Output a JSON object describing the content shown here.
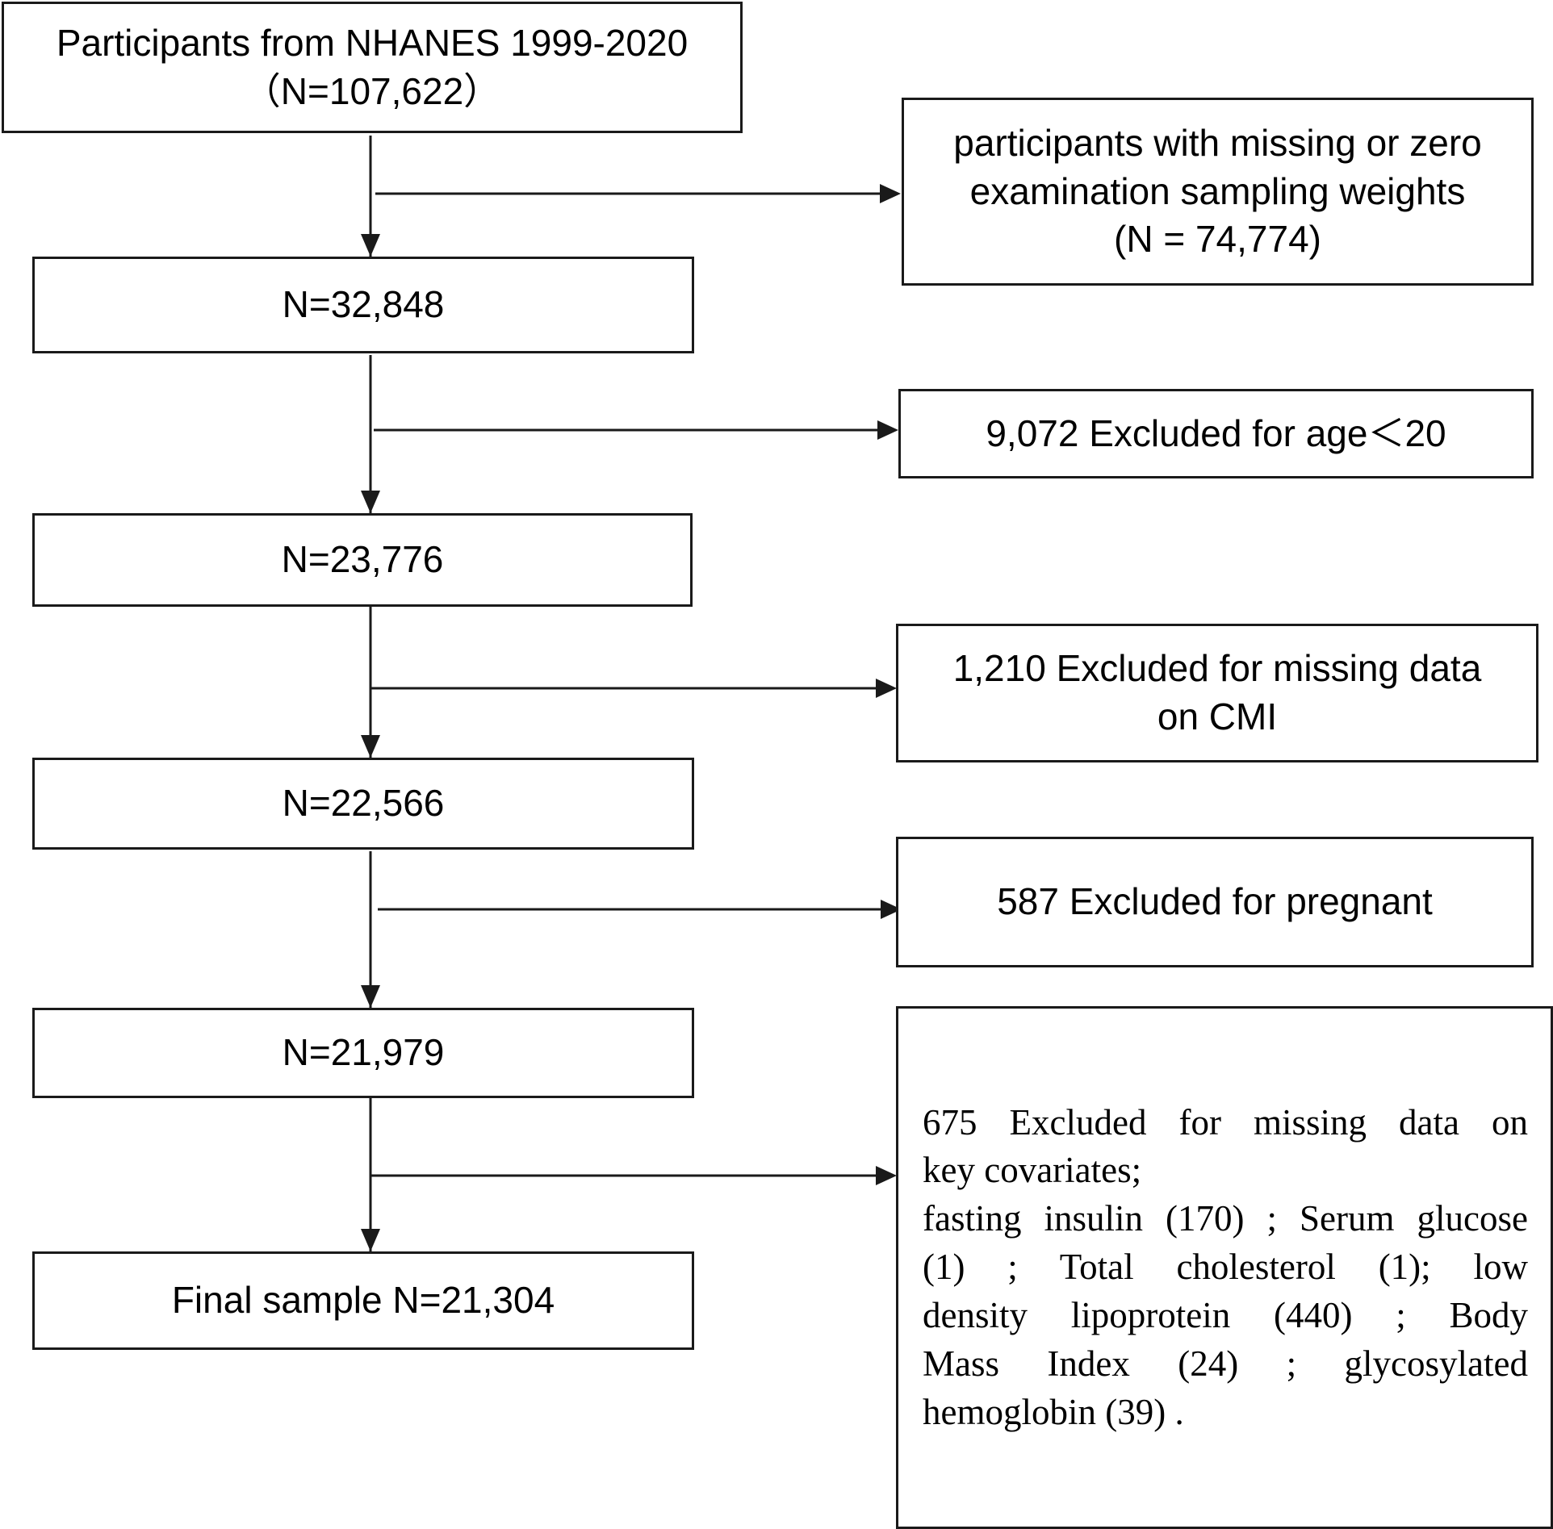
{
  "main_steps": [
    {
      "lines": [
        "Participants from NHANES 1999-2020",
        "（N=107,622）"
      ]
    },
    {
      "lines": [
        "N=32,848"
      ]
    },
    {
      "lines": [
        "N=23,776"
      ]
    },
    {
      "lines": [
        "N=22,566"
      ]
    },
    {
      "lines": [
        "N=21,979"
      ]
    },
    {
      "lines": [
        "Final sample N=21,304"
      ]
    }
  ],
  "exclusions": [
    {
      "lines": [
        "participants with missing or zero",
        "examination sampling weights",
        "(N = 74,774)"
      ]
    },
    {
      "lines": [
        "9,072 Excluded for age＜20"
      ]
    },
    {
      "lines": [
        "1,210 Excluded for missing data",
        "on CMI"
      ]
    },
    {
      "lines": [
        "587 Excluded for pregnant"
      ]
    },
    {
      "lines": [
        "675 Excluded for missing data on",
        "key covariates;",
        "fasting insulin (170) ; Serum glucose",
        "(1) ; Total cholesterol (1); low",
        "density lipoprotein (440) ; Body",
        "Mass Index (24) ; glycosylated",
        "hemoglobin (39) ."
      ]
    }
  ],
  "colors": {
    "line": "#1a1a1a",
    "background": "#ffffff",
    "text": "#000000"
  }
}
